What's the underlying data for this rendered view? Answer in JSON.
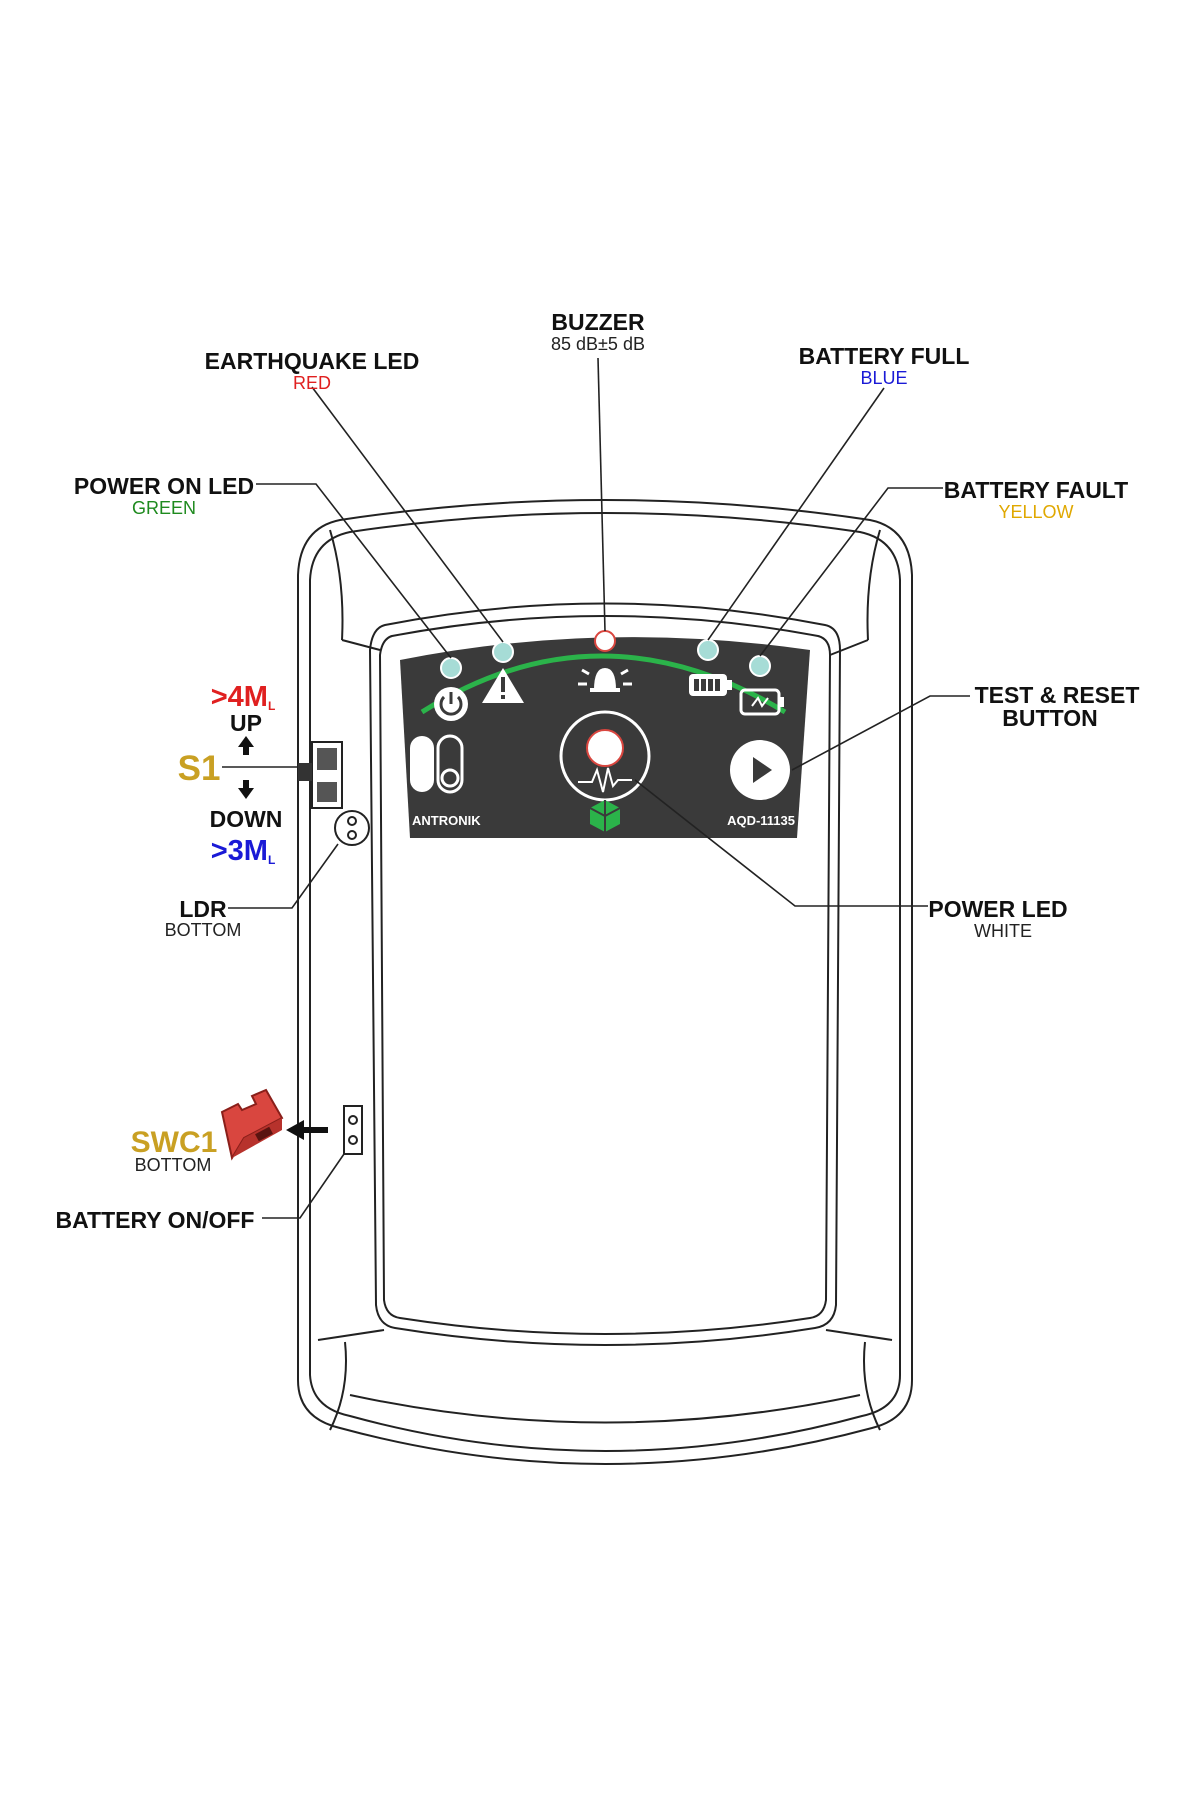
{
  "colors": {
    "panel": "#3a3a3a",
    "led_teal": "#a6dcd6",
    "arc_green": "#2bb34a",
    "red": "#e02020",
    "blue": "#1a1ad6",
    "gold": "#c9a023",
    "green_text": "#1e8a1e",
    "yellow_text": "#e0a800",
    "jumper": "#d9463f"
  },
  "labels": {
    "buzzer": {
      "title": "BUZZER",
      "sub": "85 dB±5 dB"
    },
    "earthquake_led": {
      "title": "EARTHQUAKE LED",
      "sub": "RED"
    },
    "battery_full": {
      "title": "BATTERY FULL",
      "sub": "BLUE"
    },
    "power_on_led": {
      "title": "POWER ON LED",
      "sub": "GREEN"
    },
    "battery_fault": {
      "title": "BATTERY FAULT",
      "sub": "YELLOW"
    },
    "test_reset": {
      "line1": "TEST & RESET",
      "line2": "BUTTON"
    },
    "power_led": {
      "title": "POWER LED",
      "sub": "WHITE"
    },
    "ldr": {
      "title": "LDR",
      "sub": "BOTTOM"
    },
    "swc1": {
      "title": "SWC1",
      "sub": "BOTTOM"
    },
    "battery_onoff": {
      "title": "BATTERY ON/OFF"
    }
  },
  "switch_s1": {
    "name": "S1",
    "up_threshold": ">4M",
    "up_subscript": "L",
    "up_label": "UP",
    "down_label": "DOWN",
    "down_threshold": ">3M",
    "down_subscript": "L"
  },
  "device": {
    "brand": "ANTRONIK",
    "model": "AQD-11135"
  },
  "icons": [
    "power-icon",
    "warning-icon",
    "bell-icon",
    "battery-full-icon",
    "battery-fault-icon",
    "toggle-icon",
    "play-icon",
    "seismic-icon",
    "logo-icon",
    "arrow-up-icon",
    "arrow-down-icon",
    "arrow-left-icon"
  ]
}
